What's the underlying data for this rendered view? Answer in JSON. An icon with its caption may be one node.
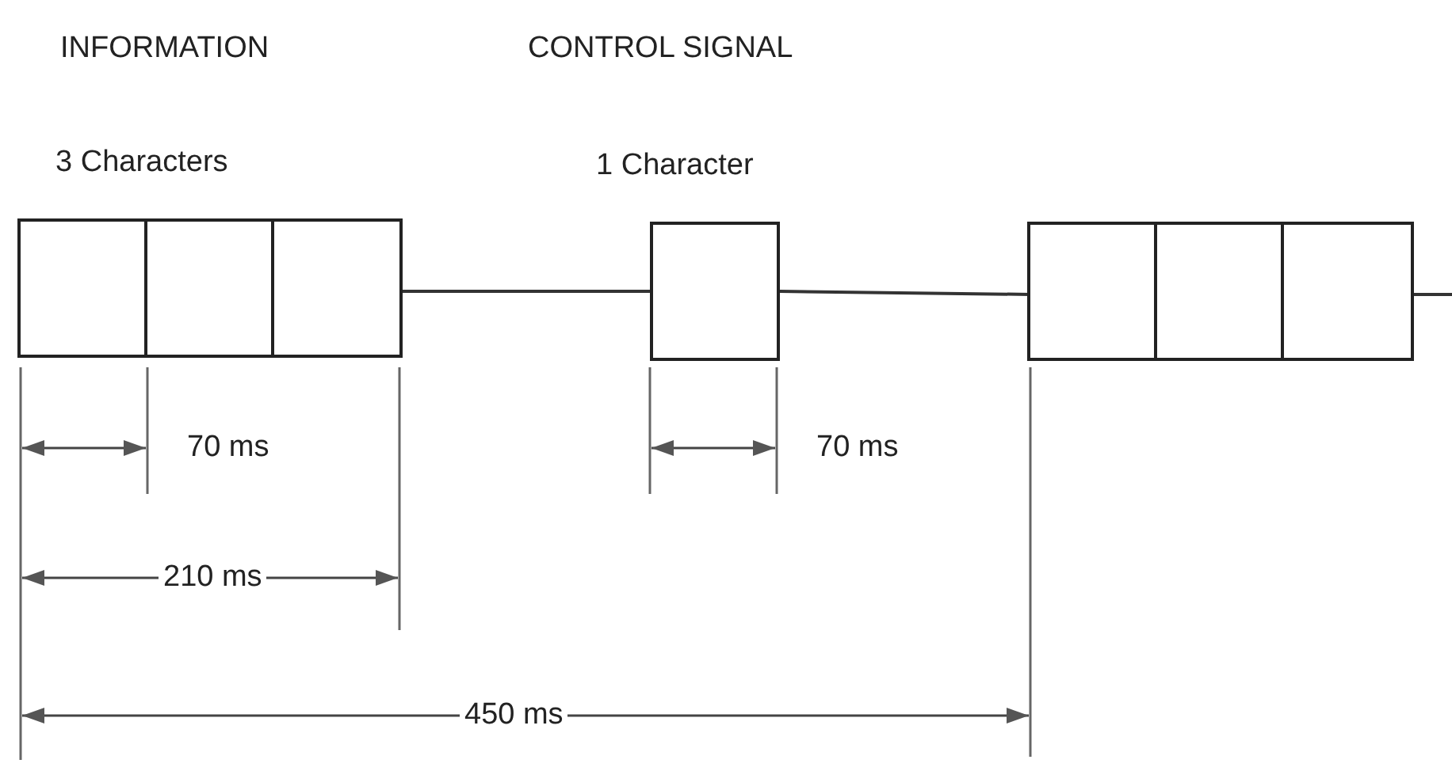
{
  "diagram": {
    "nodes": [
      {
        "text": [
          "3 Characters"
        ]
      },
      {
        "text": [],
        "shape": "box",
        "in": 0
      },
      {
        "text": [],
        "shape": "box",
        "in": 0
      },
      {
        "text": [],
        "shape": "box",
        "in": 0
      },
      {
        "text": [
          "1 Character"
        ]
      },
      {
        "text": [],
        "shape": "box"
      },
      {
        "text": [],
        "shape": "box",
        "in": 5
      },
      {
        "text": [],
        "shape": "box",
        "in": 5
      },
      {
        "text": [],
        "shape": "box",
        "in": 5
      }
    ],
    "edges": [
      {
        "from": 0,
        "to": 4,
        "arrow": "none"
      },
      {
        "from": 4,
        "to": 5,
        "arrow": "none"
      },
      {
        "from": 5,
        "to": null,
        "arrow": "none"
      }
    ],
    "labels": [
      "INFORMATION",
      "CONTROL SIGNAL",
      "70 ms",
      "70 ms",
      "210 ms",
      "450 ms"
    ]
  }
}
